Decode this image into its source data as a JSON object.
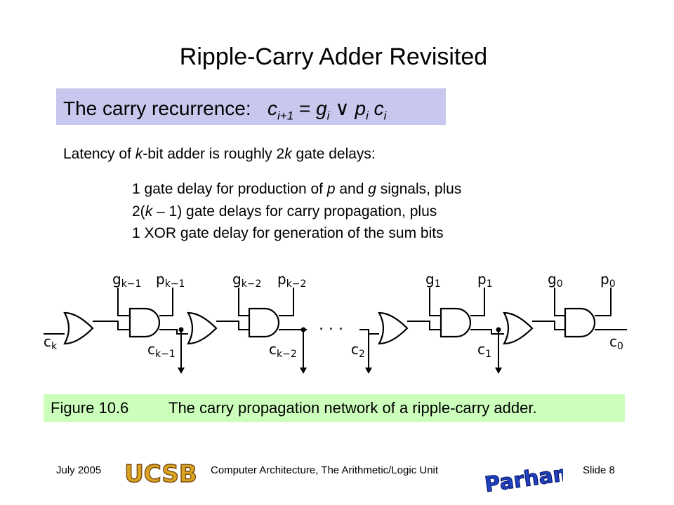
{
  "slide": {
    "title": "Ripple-Carry Adder Revisited",
    "recurrence": {
      "label": "The carry recurrence:",
      "c": "c",
      "sub_i1": "i+1",
      "eq": "=",
      "g": "g",
      "sub_i": "i",
      "or": "∨",
      "p": "p",
      "c2": "c"
    },
    "latency": {
      "pre": "Latency of ",
      "k": "k",
      "mid": "-bit adder is roughly 2",
      "k2": "k",
      "post": " gate delays:"
    },
    "details": {
      "d1_pre": "1 gate delay for production of ",
      "d1_p": "p",
      "d1_and": " and ",
      "d1_g": "g",
      "d1_post": " signals, plus",
      "d2_pre": "2(",
      "d2_k": "k",
      "d2_post": " – 1) gate delays for carry propagation, plus",
      "d3": "1 XOR gate delay for generation of the sum bits"
    },
    "circuit_labels": {
      "gk1": "g",
      "gk1_sub": "k−1",
      "pk1": "p",
      "pk1_sub": "k−1",
      "gk2": "g",
      "gk2_sub": "k−2",
      "pk2": "p",
      "pk2_sub": "k−2",
      "g1": "g",
      "g1_sub": "1",
      "p1": "p",
      "p1_sub": "1",
      "g0": "g",
      "g0_sub": "0",
      "p0": "p",
      "p0_sub": "0",
      "ck": "c",
      "ck_sub": "k",
      "ck1": "c",
      "ck1_sub": "k−1",
      "ck2": "c",
      "ck2_sub": "k−2",
      "c2": "c",
      "c2_sub": "2",
      "c1": "c",
      "c1_sub": "1",
      "c0": "c",
      "c0_sub": "0",
      "dots": ". . ."
    },
    "caption": {
      "number": "Figure 10.6",
      "text": "The carry propagation network of a ripple-carry adder."
    },
    "footer": {
      "date": "July 2005",
      "course": "Computer Architecture, The Arithmetic/Logic Unit",
      "slide": "Slide 8",
      "logo_ucsb": "UCSB",
      "logo_parhami": "B Parhami"
    },
    "colors": {
      "recurrence_bg": "#c8c8ee",
      "caption_bg": "#ccffbb",
      "ucsb_gold": "#d9a520",
      "ucsb_brown": "#7a4a12",
      "parhami_blue": "#2040c0"
    }
  }
}
